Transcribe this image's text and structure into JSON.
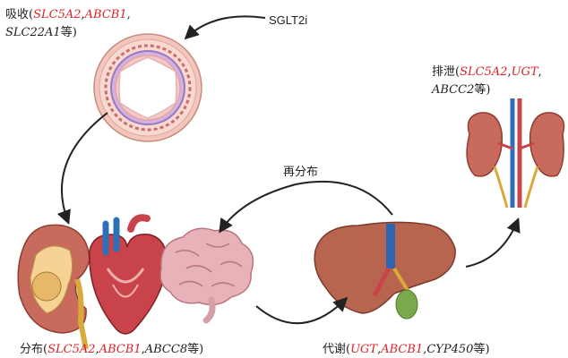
{
  "labels": {
    "drug": "SGLT2i",
    "redistribution": "再分布",
    "absorption": {
      "prefix": "吸收(",
      "g1": "SLC5A2",
      "sep1": ",",
      "g2": "ABCB1",
      "sep2": ",",
      "g3": "SLC22A1",
      "suffix": "等)"
    },
    "distribution": {
      "prefix": "分布(",
      "g1": "SLC5A2",
      "sep1": ",",
      "g2": "ABCB1",
      "sep2": ",",
      "g3": "ABCC8",
      "suffix": "等)"
    },
    "metabolism": {
      "prefix": "代谢(",
      "g1": "UGT",
      "sep1": ",",
      "g2": "ABCB1",
      "sep2": ",",
      "g3": "CYP450",
      "suffix": "等)"
    },
    "excretion": {
      "prefix": "排泄(",
      "g1": "SLC5A2",
      "sep1": ",",
      "g2": "UGT",
      "sep2": ",",
      "g3": "ABCC2",
      "suffix": "等)"
    }
  },
  "colors": {
    "highlight": "#d8242a",
    "arrow": "#222222"
  }
}
